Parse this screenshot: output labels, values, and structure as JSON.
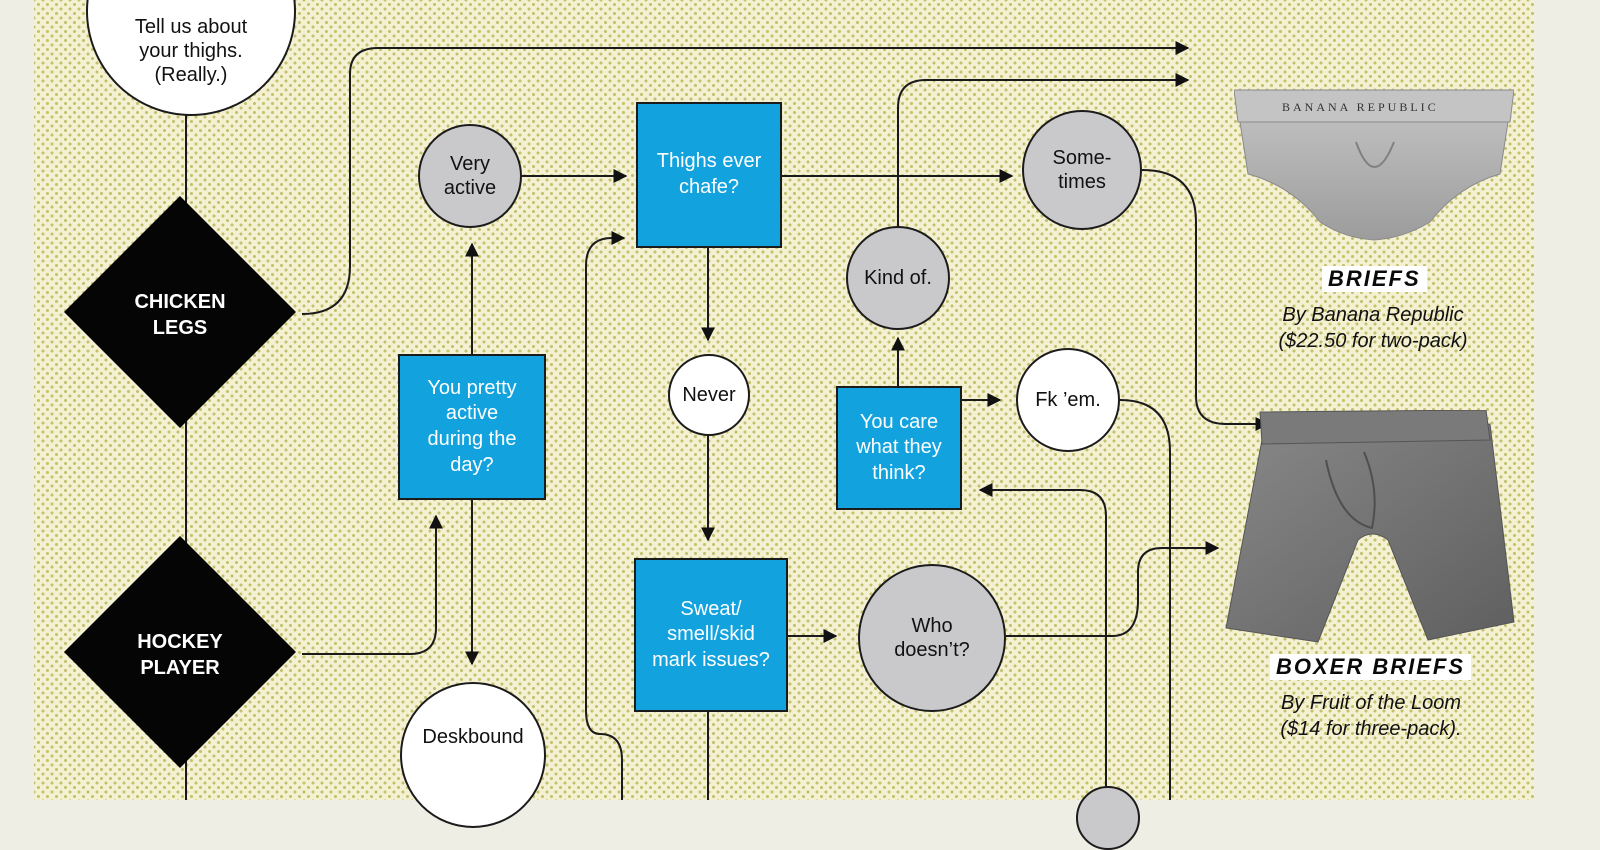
{
  "intro": {
    "text": "Tell us about\nyour thighs.\n(Really.)"
  },
  "nodes": {
    "chicken_legs": "CHICKEN\nLEGS",
    "hockey_player": "HOCKEY\nPLAYER",
    "very_active": "Very\nactive",
    "active_question": "You pretty\nactive\nduring the\nday?",
    "deskbound": "Deskbound",
    "chafe_question": "Thighs ever\nchafe?",
    "never": "Never",
    "sweat_question": "Sweat/\nsmell/skid\nmark issues?",
    "kind_of": "Kind of.",
    "care_question": "You care\nwhat they\nthink?",
    "sometimes": "Some-\ntimes",
    "fk_em": "Fk ’em.",
    "who_doesnt": "Who\ndoesn’t?"
  },
  "products": {
    "briefs": {
      "title": "BRIEFS",
      "desc": "By Banana Republic\n($22.50 for two-pack)",
      "waistband": "BANANA REPUBLIC"
    },
    "boxer_briefs": {
      "title": "BOXER BRIEFS",
      "desc": "By Fruit of the Loom\n($14 for three-pack)."
    }
  },
  "colors": {
    "background": "#f4f0d2",
    "dots": "#c3c06e",
    "question_box": "#12a3df",
    "gray_node": "#c9c9cc",
    "diamond": "#050505"
  }
}
